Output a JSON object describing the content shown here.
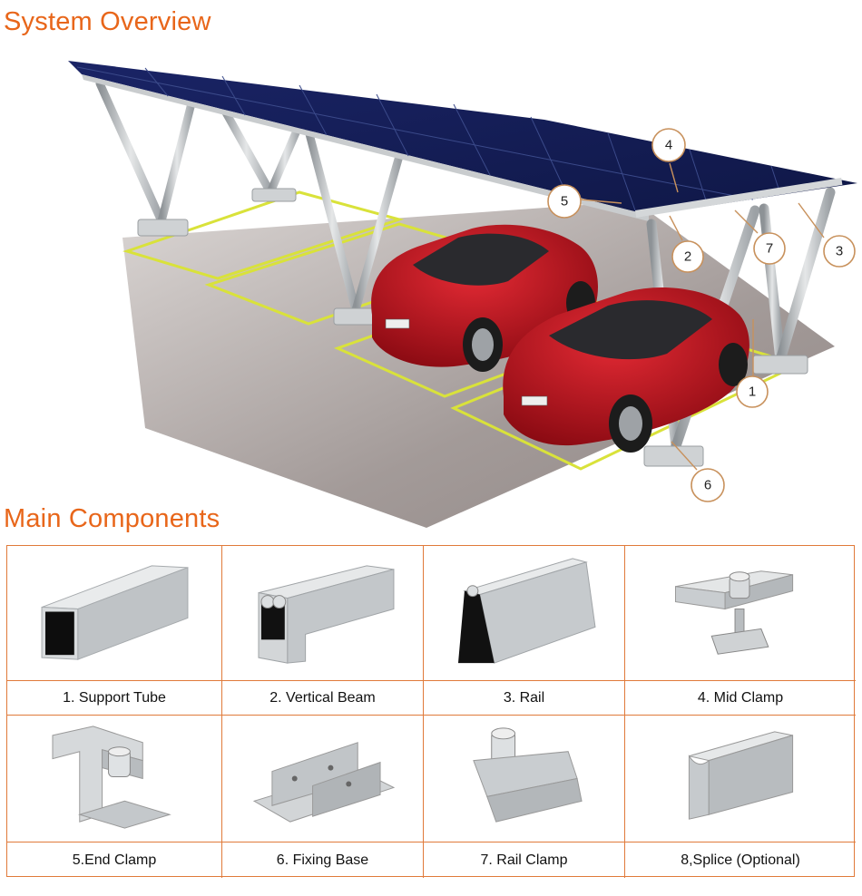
{
  "overview_title": "System Overview",
  "components_title": "Main Components",
  "callouts": [
    "1",
    "2",
    "3",
    "4",
    "5",
    "6",
    "7"
  ],
  "components": [
    {
      "label": "1. Support Tube",
      "icon": "support-tube-icon"
    },
    {
      "label": "2. Vertical Beam",
      "icon": "vertical-beam-icon"
    },
    {
      "label": "3. Rail",
      "icon": "rail-icon"
    },
    {
      "label": "4. Mid Clamp",
      "icon": "mid-clamp-icon"
    },
    {
      "label": "5.End Clamp",
      "icon": "end-clamp-icon"
    },
    {
      "label": "6. Fixing Base",
      "icon": "fixing-base-icon"
    },
    {
      "label": "7. Rail Clamp",
      "icon": "rail-clamp-icon"
    },
    {
      "label": "8,Splice (Optional)",
      "icon": "splice-icon"
    }
  ],
  "colors": {
    "accent": "#e8661a",
    "grid_border": "#e07a3a",
    "panel": "#16205a",
    "car": "#b0121c",
    "parking_line": "#d9e23a"
  }
}
